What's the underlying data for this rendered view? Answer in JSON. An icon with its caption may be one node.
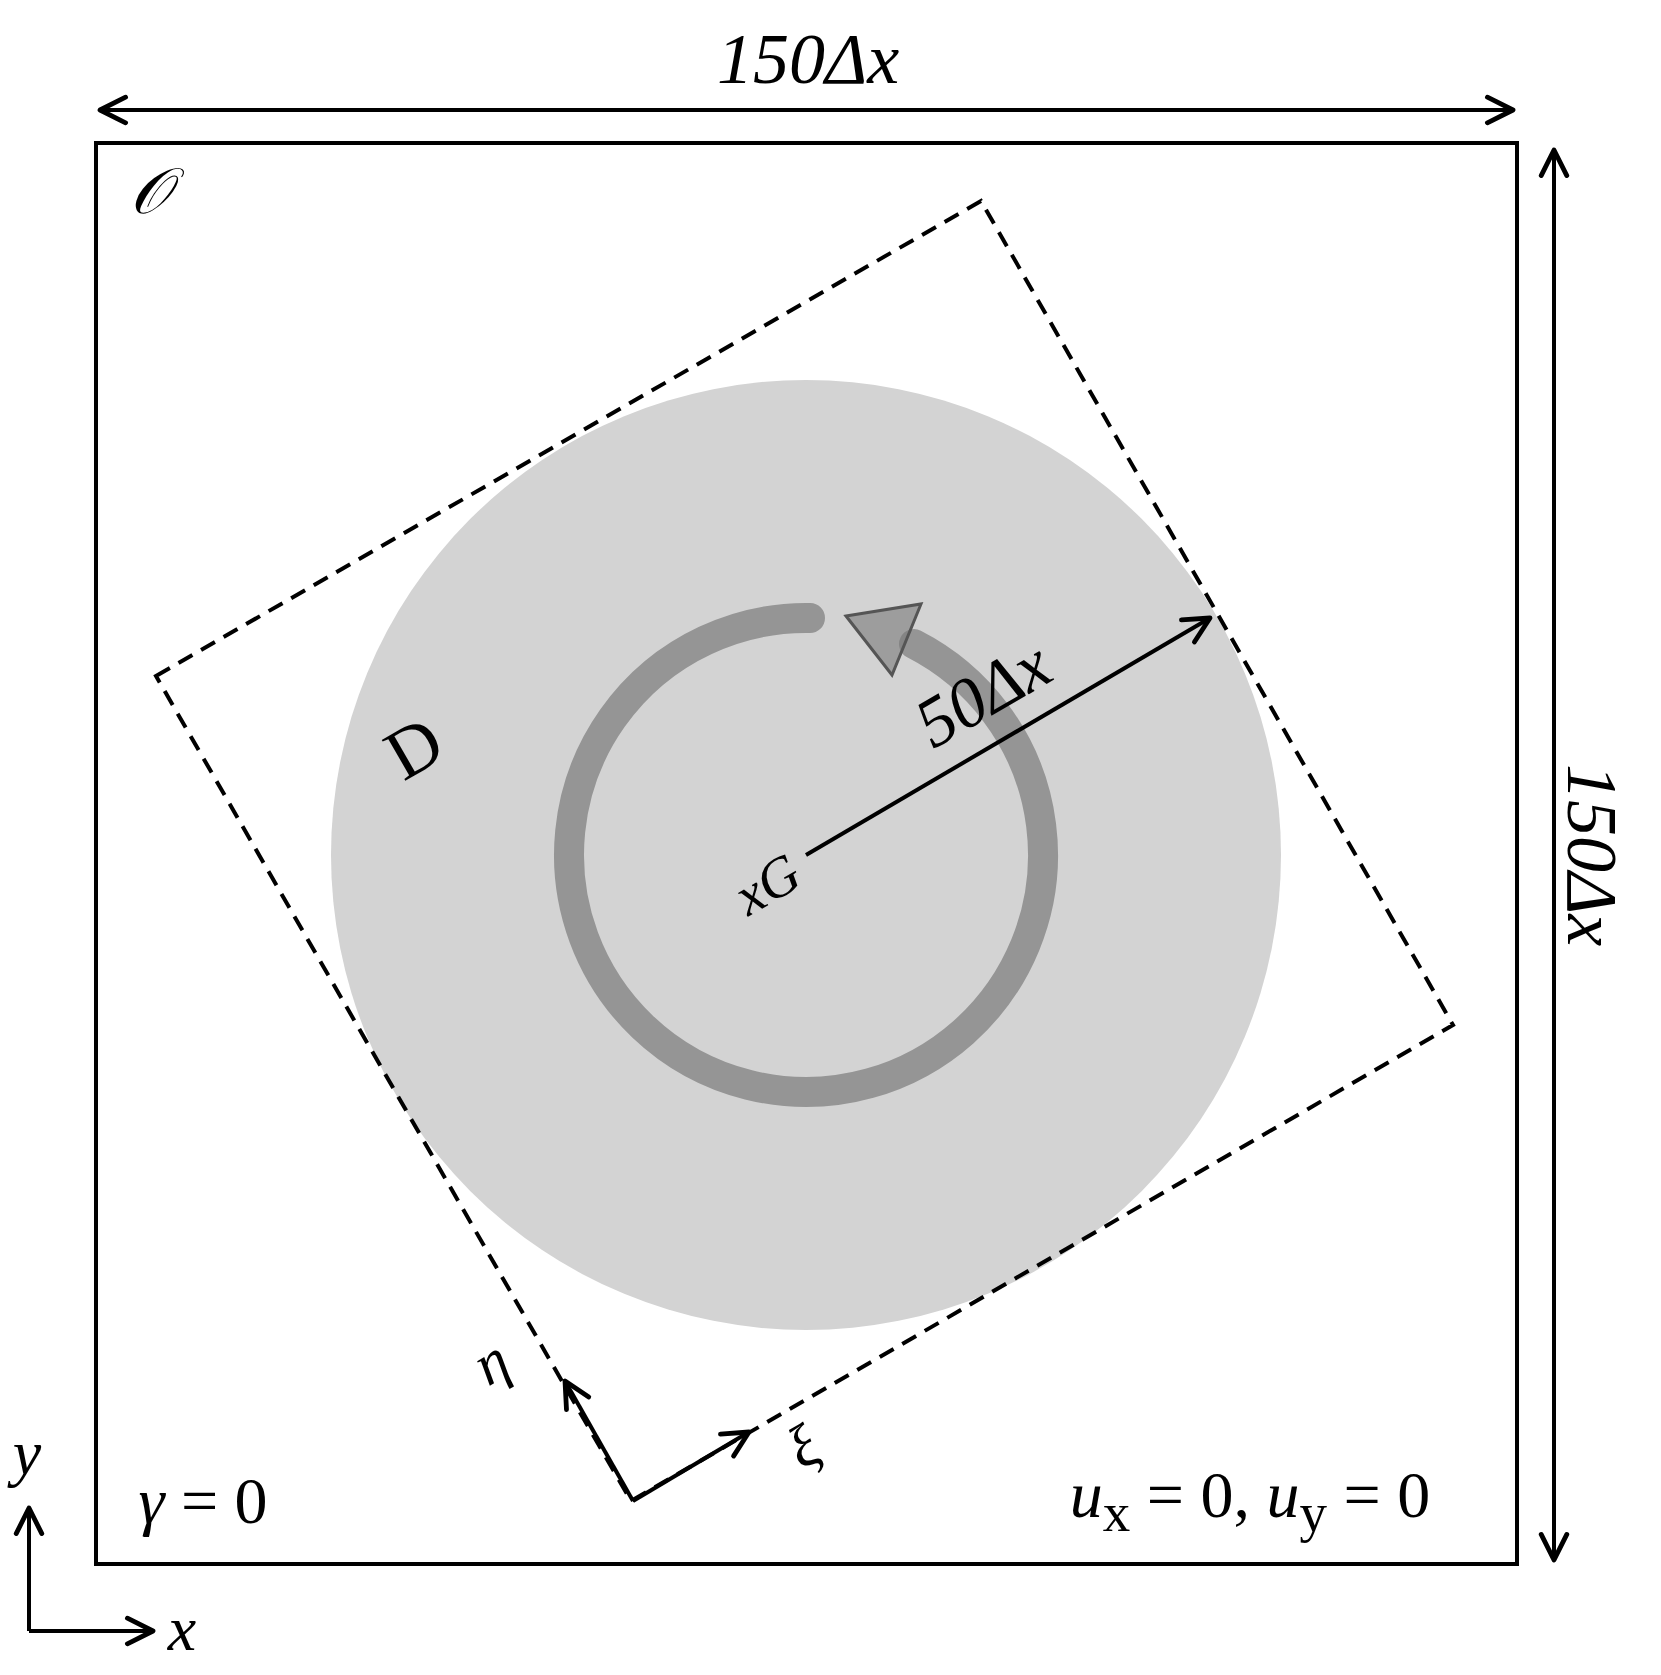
{
  "diagram": {
    "nodes": [
      {
        "text": [
          "𝒪",
          "*γ* = 0",
          "*u*$_{x}$ = 0, *u*$_{y}$ = 0"
        ]
      },
      {
        "text": [
          "D"
        ],
        "in": 0
      }
    ],
    "edges": [],
    "labels": [
      "150Δx",
      "150Δx",
      "50Δx",
      "xG",
      "η",
      "ξ",
      "y",
      "x"
    ]
  }
}
